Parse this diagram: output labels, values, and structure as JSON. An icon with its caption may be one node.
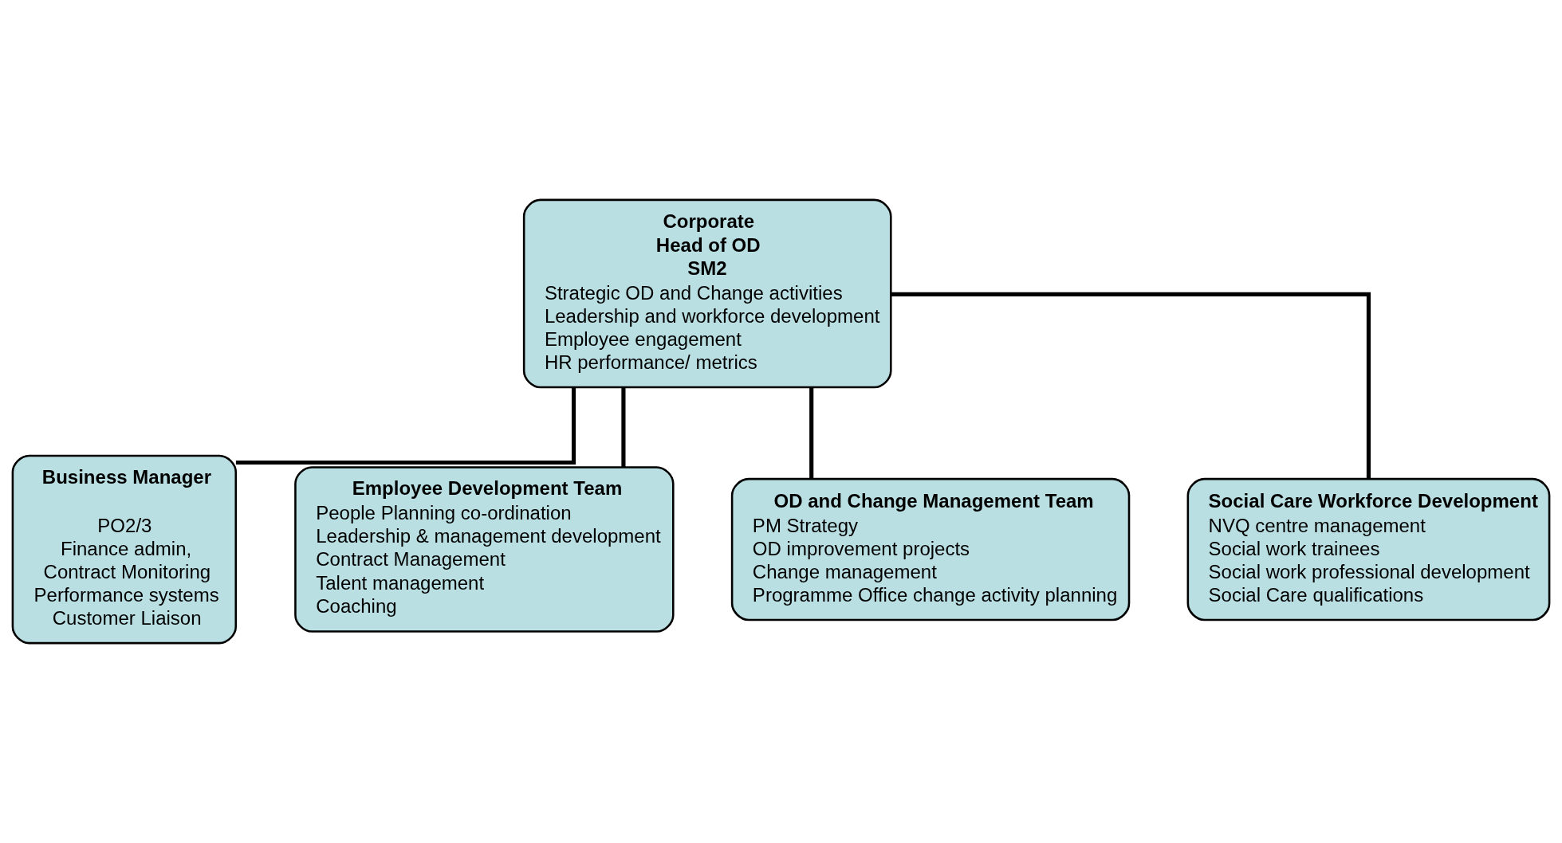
{
  "diagram": {
    "nodes": [
      {
        "text": [
          "Corporate",
          "Head of OD",
          "SM2",
          "Strategic OD and Change activities",
          "Leadership and workforce development",
          "Employee engagement",
          "HR performance/ metrics"
        ]
      },
      {
        "text": [
          "Business Manager",
          "PO2/3",
          "Finance admin,",
          "Contract Monitoring",
          "Performance systems",
          "Customer Liaison"
        ]
      },
      {
        "text": [
          "Employee Development Team",
          "People Planning co-ordination",
          "Leadership & management development",
          "Contract Management",
          "Talent management",
          "Coaching"
        ]
      },
      {
        "text": [
          "OD and Change Management Team",
          "PM Strategy",
          "OD improvement projects",
          "Change management",
          "Programme Office change activity planning"
        ]
      },
      {
        "text": [
          "Social Care Workforce Development",
          "NVQ centre management",
          "Social work trainees",
          "Social work professional development",
          "Social Care qualifications"
        ]
      }
    ],
    "edges": [
      {
        "from": 0,
        "to": 1,
        "arrow": "none"
      },
      {
        "from": 0,
        "to": 2,
        "arrow": "none"
      },
      {
        "from": 0,
        "to": 3,
        "arrow": "none"
      },
      {
        "from": 0,
        "to": 4,
        "arrow": "none"
      }
    ]
  }
}
